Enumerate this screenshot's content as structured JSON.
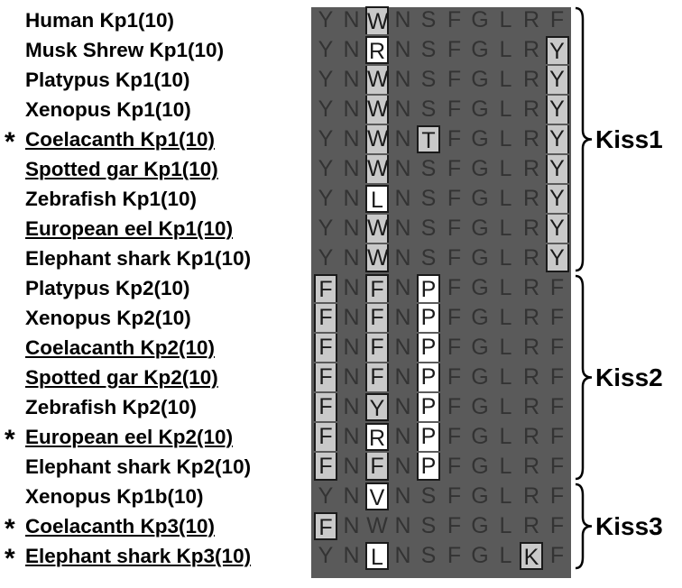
{
  "rows": [
    {
      "name": "Human Kp1(10)",
      "seq": "YNWNSFGLRF",
      "underline": false,
      "star": false
    },
    {
      "name": "Musk Shrew Kp1(10)",
      "seq": "YNRNSFGLRY",
      "underline": false,
      "star": false
    },
    {
      "name": "Platypus Kp1(10)",
      "seq": "YNWNSFGLRY",
      "underline": false,
      "star": false
    },
    {
      "name": "Xenopus Kp1(10)",
      "seq": "YNWNSFGLRY",
      "underline": false,
      "star": false
    },
    {
      "name": "Coelacanth Kp1(10)",
      "seq": "YNWNTFGLRY",
      "underline": true,
      "star": true
    },
    {
      "name": "Spotted gar Kp1(10)",
      "seq": "YNWNSFGLRY",
      "underline": true,
      "star": false
    },
    {
      "name": "Zebrafish Kp1(10)",
      "seq": "YNLNSFGLRY",
      "underline": false,
      "star": false
    },
    {
      "name": "European eel Kp1(10)",
      "seq": "YNWNSFGLRY",
      "underline": true,
      "star": false
    },
    {
      "name": "Elephant shark Kp1(10)",
      "seq": "YNWNSFGLRY",
      "underline": false,
      "star": false
    },
    {
      "name": "Platypus Kp2(10)",
      "seq": "FNFNPFGLRF",
      "underline": false,
      "star": false
    },
    {
      "name": "Xenopus Kp2(10)",
      "seq": "FNFNPFGLRF",
      "underline": false,
      "star": false
    },
    {
      "name": "Coelacanth Kp2(10)",
      "seq": "FNFNPFGLRF",
      "underline": true,
      "star": false
    },
    {
      "name": "Spotted gar Kp2(10)",
      "seq": "FNFNPFGLRF",
      "underline": true,
      "star": false
    },
    {
      "name": "Zebrafish Kp2(10)",
      "seq": "FNYNPFGLRF",
      "underline": false,
      "star": false
    },
    {
      "name": "European eel Kp2(10)",
      "seq": "FNRNPFGLRF",
      "underline": true,
      "star": true
    },
    {
      "name": "Elephant shark Kp2(10)",
      "seq": "FNFNPFGLRF",
      "underline": false,
      "star": false
    },
    {
      "name": "Xenopus Kp1b(10)",
      "seq": "YNVNSFGLRF",
      "underline": false,
      "star": false
    },
    {
      "name": "Coelacanth Kp3(10)",
      "seq": "FNWNSFGLRF",
      "underline": true,
      "star": true
    },
    {
      "name": "Elephant shark Kp3(10)",
      "seq": "YNLNSFGLKF",
      "underline": true,
      "star": true
    }
  ],
  "star_symbol": "*",
  "highlights": [
    {
      "row": 1,
      "col": 2,
      "style": "white"
    },
    {
      "row": 4,
      "col": 4,
      "style": "light"
    },
    {
      "row": 6,
      "col": 2,
      "style": "white"
    },
    {
      "row": 13,
      "col": 2,
      "style": "light"
    },
    {
      "row": 14,
      "col": 2,
      "style": "white"
    },
    {
      "row": 16,
      "col": 2,
      "style": "white"
    },
    {
      "row": 17,
      "col": 0,
      "style": "light"
    },
    {
      "row": 18,
      "col": 2,
      "style": "white"
    },
    {
      "row": 18,
      "col": 8,
      "style": "light"
    }
  ],
  "column_blocks": [
    {
      "col": 2,
      "rows": [
        0,
        8
      ],
      "style": "light"
    },
    {
      "col": 9,
      "rows": [
        1,
        8
      ],
      "style": "light"
    },
    {
      "col": 0,
      "rows": [
        9,
        15
      ],
      "style": "light"
    },
    {
      "col": 2,
      "rows": [
        9,
        15
      ],
      "style": "light"
    },
    {
      "col": 4,
      "rows": [
        9,
        15
      ],
      "style": "white"
    }
  ],
  "groups": [
    {
      "label": "Kiss1",
      "rows": [
        0,
        8
      ]
    },
    {
      "label": "Kiss2",
      "rows": [
        9,
        15
      ]
    },
    {
      "label": "Kiss3",
      "rows": [
        16,
        18
      ]
    }
  ],
  "colors": {
    "alignment_background": "#5a5a5a",
    "conserved_residue": "#333333",
    "variant_light": "#c9c9c9",
    "variant_white": "#ffffff"
  }
}
